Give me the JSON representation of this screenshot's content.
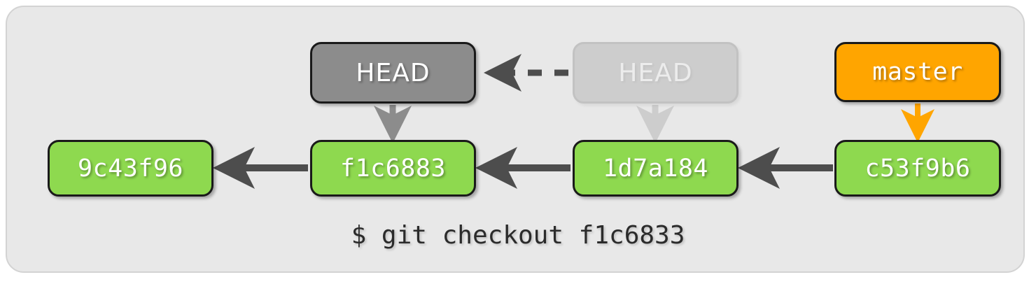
{
  "diagram": {
    "title": "git checkout detached HEAD diagram",
    "panel": {
      "background_color": "#e8e8e8",
      "border_color": "#d3d3d3"
    },
    "colors": {
      "commit_green": "#8ed94f",
      "head_active_gray": "#8c8c8c",
      "head_ghost_gray": "#cdcdcd",
      "branch_orange": "#ffa500",
      "arrow_dark": "#4d4d4d",
      "arrow_gray": "#8c8c8c",
      "arrow_ghost": "#cdcdcd",
      "arrow_orange": "#ffa500",
      "node_border": "#1a1a1a",
      "text_white": "#ffffff",
      "command_text": "#2b2b2b"
    },
    "commits": [
      {
        "label": "9c43f96"
      },
      {
        "label": "f1c6883"
      },
      {
        "label": "1d7a184"
      },
      {
        "label": "c53f9b6"
      }
    ],
    "refs": {
      "head_active": {
        "label": "HEAD"
      },
      "head_previous": {
        "label": "HEAD"
      },
      "branch": {
        "label": "master"
      }
    },
    "command": "$ git checkout f1c6833",
    "edges": [
      {
        "name": "head-moved",
        "style": "dashed",
        "direction": "left",
        "color": "#4d4d4d"
      },
      {
        "name": "head-to-f1c6883",
        "style": "solid",
        "direction": "down",
        "color": "#8c8c8c"
      },
      {
        "name": "old-head-to-1d7a184",
        "style": "solid",
        "direction": "down",
        "color": "#cdcdcd"
      },
      {
        "name": "master-to-c53f9b6",
        "style": "solid",
        "direction": "down",
        "color": "#ffa500"
      },
      {
        "name": "f1c6883-to-9c43f96",
        "style": "solid",
        "direction": "left",
        "color": "#4d4d4d"
      },
      {
        "name": "1d7a184-to-f1c6883",
        "style": "solid",
        "direction": "left",
        "color": "#4d4d4d"
      },
      {
        "name": "c53f9b6-to-1d7a184",
        "style": "solid",
        "direction": "left",
        "color": "#4d4d4d"
      }
    ]
  }
}
